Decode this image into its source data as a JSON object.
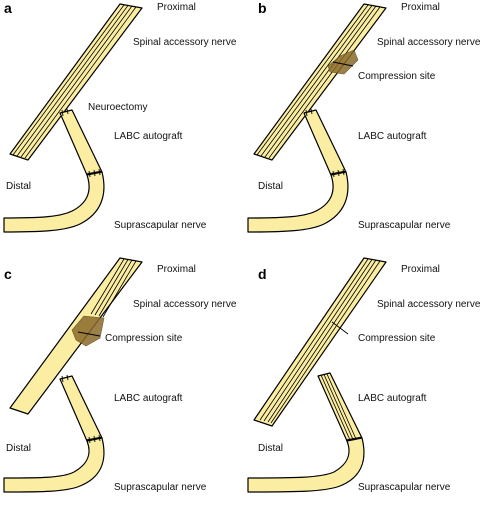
{
  "panels": [
    {
      "id": "a",
      "letter": "a",
      "labels": {
        "proximal": "Proximal",
        "accessory": "Spinal accessory nerve",
        "site": "Neuroectomy",
        "graft": "LABC autograft",
        "distal": "Distal",
        "suprascapular": "Suprascapular nerve"
      }
    },
    {
      "id": "b",
      "letter": "b",
      "labels": {
        "proximal": "Proximal",
        "accessory": "Spinal accessory nerve",
        "site": "Compression site",
        "graft": "LABC autograft",
        "distal": "Distal",
        "suprascapular": "Suprascapular nerve"
      }
    },
    {
      "id": "c",
      "letter": "c",
      "labels": {
        "proximal": "Proximal",
        "accessory": "Spinal accessory nerve",
        "site": "Compression site",
        "graft": "LABC autograft",
        "distal": "Distal",
        "suprascapular": "Suprascapular nerve"
      }
    },
    {
      "id": "d",
      "letter": "d",
      "labels": {
        "proximal": "Proximal",
        "accessory": "Spinal accessory nerve",
        "site": "Compression site",
        "graft": "LABC autograft",
        "distal": "Distal",
        "suprascapular": "Suprascapular nerve"
      }
    }
  ],
  "colors": {
    "nerve_fill": "#fbeea3",
    "compression": "#8a6a2a",
    "outline": "#000000"
  }
}
